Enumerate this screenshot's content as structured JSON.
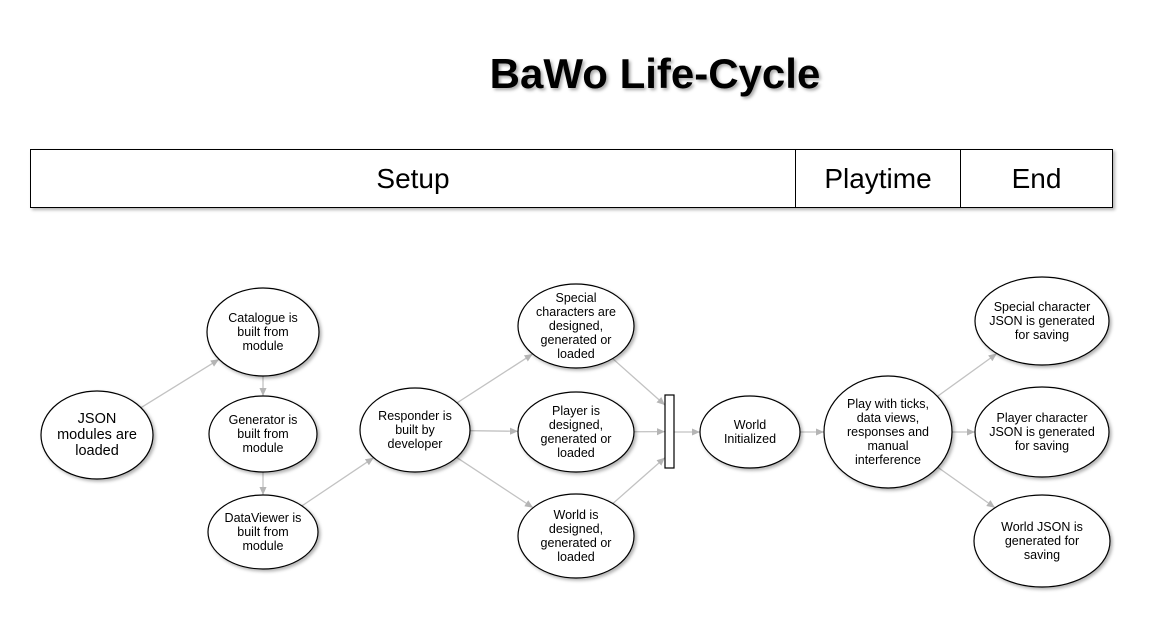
{
  "title": "BaWo Life-Cycle",
  "phases": [
    "Setup",
    "Playtime",
    "End"
  ],
  "nodes": {
    "json_modules": "JSON\nmodules are\nloaded",
    "catalogue": "Catalogue is\nbuilt from\nmodule",
    "generator": "Generator is\nbuilt from\nmodule",
    "dataviewer": "DataViewer is\nbuilt from\nmodule",
    "responder": "Responder is\nbuilt by\ndeveloper",
    "special_chars": "Special\ncharacters are\ndesigned,\ngenerated or\nloaded",
    "player": "Player is\ndesigned,\ngenerated or\nloaded",
    "world": "World is\ndesigned,\ngenerated or\nloaded",
    "world_init": "World\nInitialized",
    "play": "Play with ticks,\ndata views,\nresponses and\nmanual\ninterference",
    "special_json": "Special character\nJSON is generated\nfor saving",
    "player_json": "Player character\nJSON is generated\nfor saving",
    "world_json": "World JSON is\ngenerated for\nsaving"
  },
  "edges": [
    [
      "json_modules",
      "catalogue"
    ],
    [
      "catalogue",
      "generator"
    ],
    [
      "generator",
      "dataviewer"
    ],
    [
      "dataviewer",
      "responder"
    ],
    [
      "responder",
      "special_chars"
    ],
    [
      "responder",
      "player"
    ],
    [
      "responder",
      "world"
    ],
    [
      "special_chars",
      "sync_bar"
    ],
    [
      "player",
      "sync_bar"
    ],
    [
      "world",
      "sync_bar"
    ],
    [
      "sync_bar",
      "world_init"
    ],
    [
      "world_init",
      "play"
    ],
    [
      "play",
      "special_json"
    ],
    [
      "play",
      "player_json"
    ],
    [
      "play",
      "world_json"
    ]
  ]
}
